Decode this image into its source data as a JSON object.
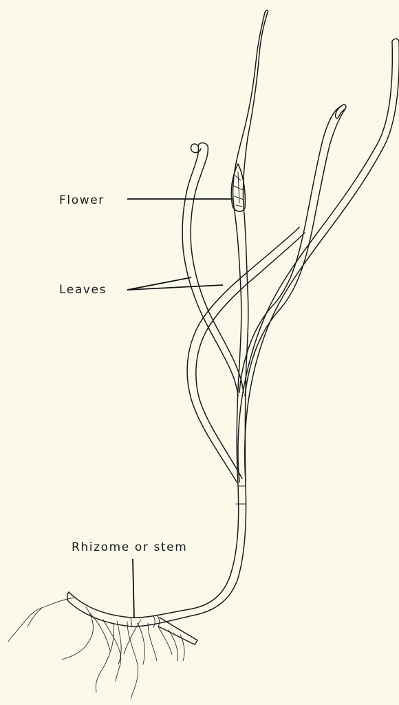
{
  "labels": {
    "flower": "Flower",
    "leaves": "Leaves",
    "rhizome": "Rhizome or stem"
  },
  "colors": {
    "background": "#fbfaea",
    "ink": "#1a1a1a"
  }
}
